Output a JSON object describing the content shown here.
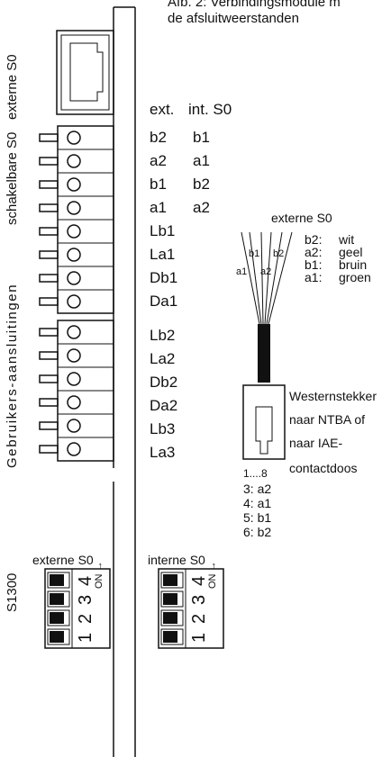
{
  "caption": {
    "line1": "Afb. 2: Verbindingsmodule m",
    "line2": "de afsluitweerstanden"
  },
  "side_labels": {
    "externe_s0": "externe S0",
    "schakelbare_s0": "schakelbare S0",
    "gebruikers": "Gebruikers-aansluitingen",
    "s1300": "S1300"
  },
  "columns": {
    "ext": "ext.",
    "int": "int. S0"
  },
  "switchable_rows": [
    {
      "ext": "b2",
      "int": "b1"
    },
    {
      "ext": "a2",
      "int": "a1"
    },
    {
      "ext": "b1",
      "int": "b2"
    },
    {
      "ext": "a1",
      "int": "a2"
    }
  ],
  "user_rows": [
    "Lb1",
    "La1",
    "Db1",
    "Da1",
    "Lb2",
    "La2",
    "Db2",
    "Da2",
    "Lb3",
    "La3"
  ],
  "cable": {
    "title": "externe S0",
    "wire_labels": [
      "a1",
      "b1",
      "a2",
      "b2"
    ],
    "colors": [
      {
        "pin": "b2:",
        "color": "wit"
      },
      {
        "pin": "a2:",
        "color": "geel"
      },
      {
        "pin": "b1:",
        "color": "bruin"
      },
      {
        "pin": "a1:",
        "color": "groen"
      }
    ],
    "plug_text": [
      "Westernstekker",
      "naar NTBA of",
      "naar IAE-",
      "contactdoos"
    ],
    "pin_range": "1....8",
    "pins": [
      "3: a2",
      "4: a1",
      "5: b1",
      "6: b2"
    ]
  },
  "dip_switches": {
    "external": {
      "title": "externe S0",
      "numbers": [
        "1",
        "2",
        "3",
        "4"
      ],
      "on": "ON"
    },
    "internal": {
      "title": "interne S0",
      "numbers": [
        "1",
        "2",
        "3",
        "4"
      ],
      "on": "ON"
    }
  }
}
